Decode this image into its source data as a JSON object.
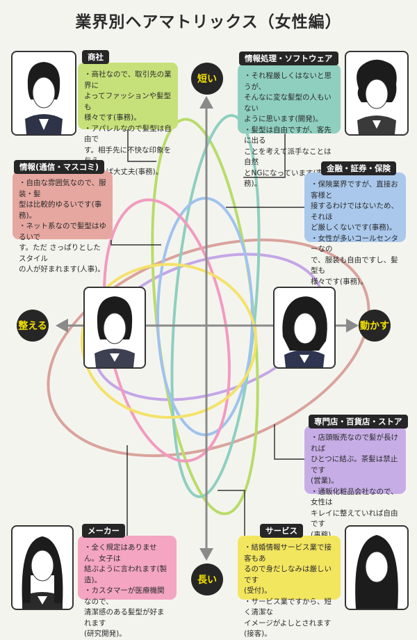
{
  "title": "業界別ヘアマトリックス（女性編）",
  "axes": {
    "top": "短い",
    "bottom": "長い",
    "left": "整える",
    "right": "動かす"
  },
  "ellipse_colors": {
    "shosha": "#b8dc6a",
    "joho": "#8ecfbf",
    "media": "#d9a39c",
    "kinyu": "#9fc3ee",
    "senmon": "#c4a6e6",
    "maker": "#f19bbf",
    "service": "#f4e26a"
  },
  "cards": {
    "shosha": {
      "tag": "商社",
      "lines": [
        "・商社なので、取引先の業界に",
        "よってファッションや髪型も",
        "様々です(事務)。",
        "・アパレルなので髪型は自由で",
        "す。相手先に不快な印象を与え",
        "なければ大丈夫(事務)。"
      ]
    },
    "joho": {
      "tag": "情報処理・ソフトウェア",
      "lines": [
        "・それ程厳しくはないと思うが、",
        "そんなに変な髪型の人もいない",
        "ように思います(開発)。",
        "・髪型は自由ですが、客先に出る",
        "ことを考えて派手なことは自然",
        "とNGになっています(事務)。"
      ]
    },
    "media": {
      "tag": "情報(通信・マスコミ)",
      "lines": [
        "・自由な雰囲気なので、服装・髪",
        "型は比較的ゆるいです(事務)。",
        "・ネット系なので髪型はゆるいで",
        "す。ただ さっぱりとしたスタイル",
        "の人が好まれます(人事)。"
      ]
    },
    "kinyu": {
      "tag": "金融・証券・保険",
      "lines": [
        "・保険業界ですが、直接お客様と",
        "接するわけではないため、それほ",
        "ど厳しくないです(事務)。",
        "・女性が多いコールセンターなの",
        "で、服装も自由ですし、髪型も",
        "様々です(事務)。"
      ]
    },
    "senmon": {
      "tag": "専門店・百貨店・ストア",
      "lines": [
        "・店頭販売なので髪が長ければ",
        "ひとつに結ぶ。茶髪は禁止です",
        "(営業)。",
        "・通販化粧品会社なので、女性は",
        "キレイに整えていれば自由です",
        "(事務)。"
      ]
    },
    "maker": {
      "tag": "メーカー",
      "lines": [
        "・全く規定はありません。女子は",
        "結ぶように言われます(製造)。",
        "・カスタマーが医療機関なので、",
        "清潔感のある髪型が好まれます",
        "(研究開発)。"
      ]
    },
    "service": {
      "tag": "サービス",
      "lines": [
        "・結婚情報サービス業で接客もあ",
        "るので身だしなみは厳しいです",
        "(受付)。",
        "・サービス業ですから、短く清潔な",
        "イメージがよしとされます(接客)。"
      ]
    }
  }
}
